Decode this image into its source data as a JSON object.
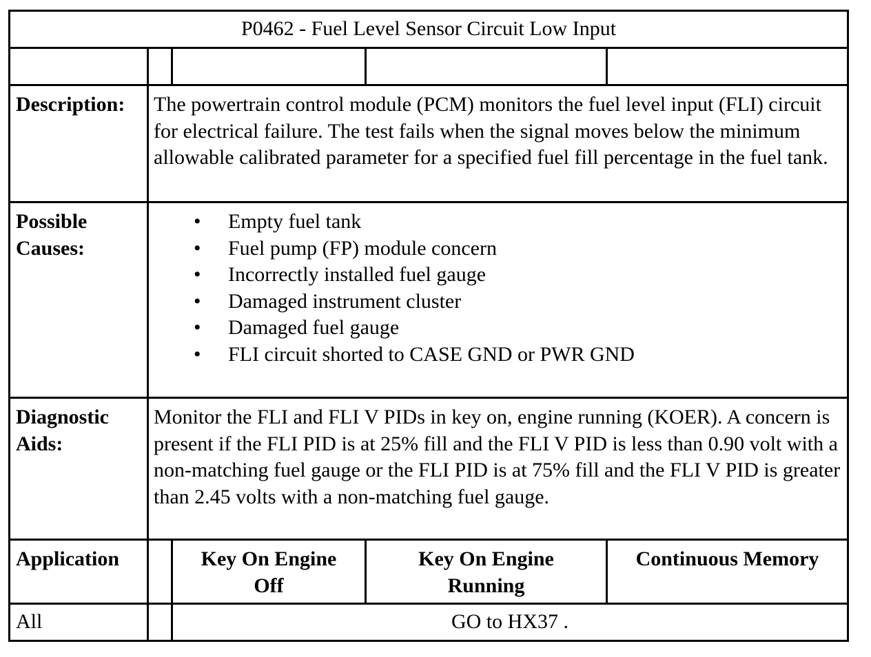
{
  "title": "P0462 - Fuel Level Sensor Circuit Low Input",
  "description": {
    "label": "Description:",
    "text": "The powertrain control module (PCM) monitors the fuel level input (FLI) circuit for electrical failure. The test fails when the signal moves below the minimum allowable calibrated parameter for a specified fuel fill percentage in the fuel tank."
  },
  "possible_causes": {
    "label_line1": "Possible",
    "label_line2": "Causes:",
    "items": [
      "Empty fuel tank",
      "Fuel pump (FP) module concern",
      "Incorrectly installed fuel gauge",
      "Damaged instrument cluster",
      "Damaged fuel gauge",
      "FLI circuit shorted to CASE GND or PWR GND"
    ]
  },
  "diagnostic_aids": {
    "label_line1": "Diagnostic",
    "label_line2": "Aids:",
    "text": "Monitor the FLI and FLI V PIDs in key on, engine running (KOER). A concern is present if the FLI PID is at 25% fill and the FLI V PID is less than 0.90 volt with a non-matching fuel gauge or the FLI PID is at 75% fill and the FLI V PID is greater than 2.45 volts with a non-matching fuel gauge."
  },
  "application_table": {
    "headers": {
      "application": "Application",
      "koeo_line1": "Key On Engine",
      "koeo_line2": "Off",
      "koer_line1": "Key On Engine",
      "koer_line2": "Running",
      "continuous": "Continuous Memory"
    },
    "row": {
      "application": "All",
      "action": "GO to HX37 ."
    }
  }
}
